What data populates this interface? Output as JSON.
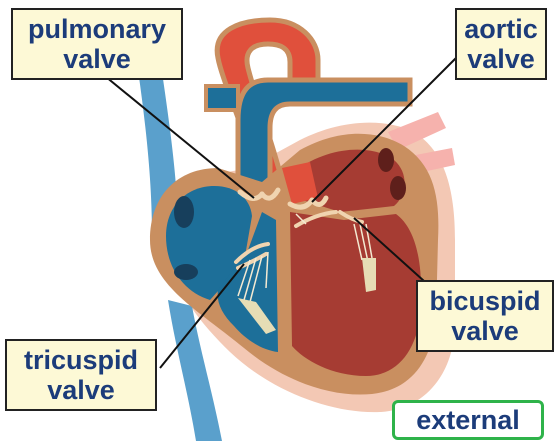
{
  "labels": {
    "pulmonary": {
      "line1": "pulmonary",
      "line2": "valve"
    },
    "aortic": {
      "line1": "aortic",
      "line2": "valve"
    },
    "bicuspid": {
      "line1": "bicuspid",
      "line2": "valve"
    },
    "tricuspid": {
      "line1": "tricuspid",
      "line2": "valve"
    }
  },
  "badge": {
    "text": "external"
  },
  "colors": {
    "label_text": "#1c3c7a",
    "label_background": "#fdf9d6",
    "badge_border": "#2fb34a",
    "heart_wall": "#c98f60",
    "right_side_blood": "#1d6f99",
    "left_side_blood": "#a63c33",
    "aorta": "#e0503c",
    "vessel_pink": "#f6b2ad",
    "pericardium": "#f3c8b4",
    "vena_cava_light": "#5aa0cc"
  }
}
